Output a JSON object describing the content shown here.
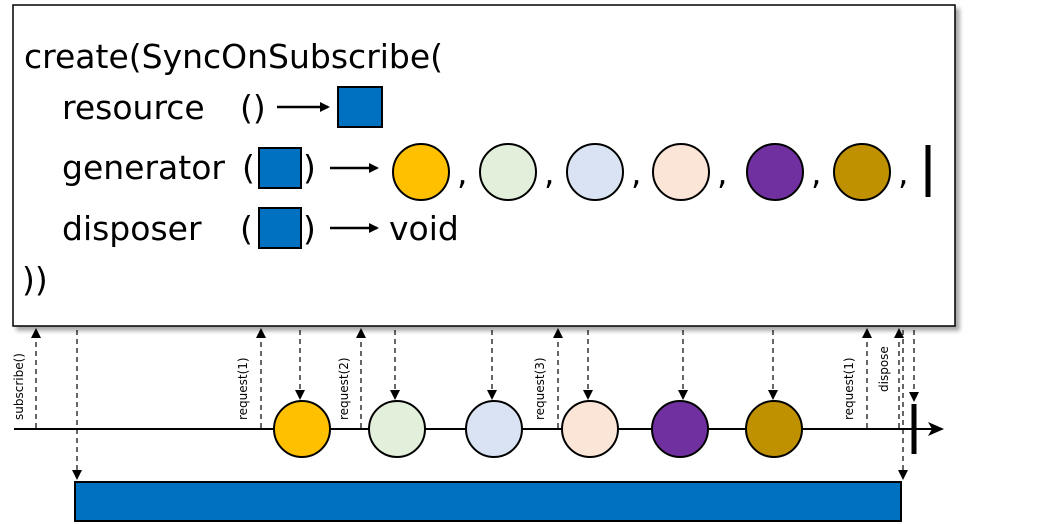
{
  "code": {
    "line1": "create(SyncOnSubscribe(",
    "resource_label": "resource",
    "resource_args": "()",
    "generator_label": "generator",
    "disposer_label": "disposer",
    "disposer_result": "void",
    "close": "))",
    "open_paren": "(",
    "close_paren": ")",
    "comma": ","
  },
  "timeline": {
    "subscribe_label": "subscribe()",
    "requests": [
      "request(1)",
      "request(2)",
      "request(3)",
      "request(1)"
    ],
    "dispose_label": "dispose"
  },
  "colors": {
    "resource": "#0070c0",
    "emissions": [
      "#ffc000",
      "#e2efda",
      "#dae3f3",
      "#fbe5d6",
      "#7030a0",
      "#bf9000"
    ],
    "border": "#000000"
  }
}
